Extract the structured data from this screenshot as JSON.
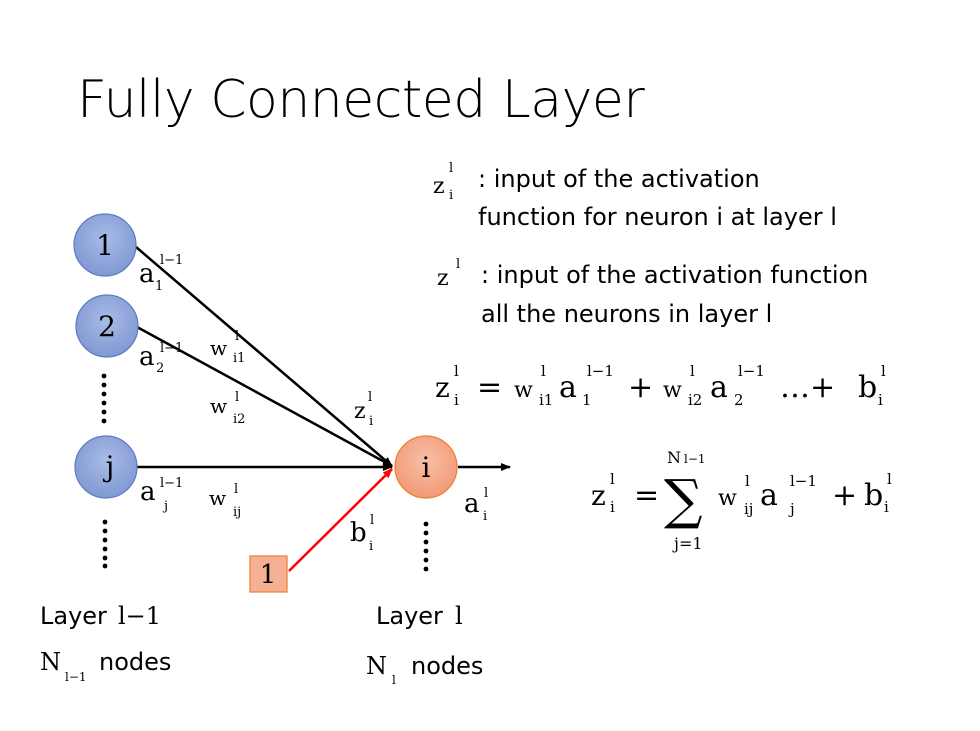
{
  "title": "Fully Connected Layer",
  "colors": {
    "input_node_fill": "#8EA6D9",
    "input_node_stroke": "#5B7BC4",
    "output_node_fill": "#F4A989",
    "output_node_stroke": "#ED7D31",
    "bias_fill": "#F4A989",
    "bias_stroke": "#ED7D31",
    "bias_edge": "#FF0000",
    "edge": "#000000"
  },
  "input_layer": {
    "nodes": [
      {
        "label": "1",
        "activation": "a",
        "act_sub": "1",
        "act_sup": "l−1"
      },
      {
        "label": "2",
        "activation": "a",
        "act_sub": "2",
        "act_sup": "l−1"
      },
      {
        "label": "j",
        "activation": "a",
        "act_sub": "j",
        "act_sup": "l−1"
      }
    ],
    "caption_prefix": "Layer",
    "caption_math": "l−1",
    "count_symbol": "N",
    "count_sub": "l−1",
    "count_suffix": "nodes"
  },
  "output_layer": {
    "node_label": "i",
    "activation": "a",
    "act_sub": "i",
    "act_sup": "l",
    "caption_prefix": "Layer",
    "caption_math": "l",
    "count_symbol": "N",
    "count_sub": "l",
    "count_suffix": "nodes"
  },
  "weights": [
    {
      "symbol": "w",
      "sub": "i1",
      "sup": "l"
    },
    {
      "symbol": "w",
      "sub": "i2",
      "sup": "l"
    },
    {
      "symbol": "w",
      "sub": "ij",
      "sup": "l"
    }
  ],
  "z_label": {
    "symbol": "z",
    "sub": "i",
    "sup": "l"
  },
  "bias": {
    "node_label": "1",
    "symbol": "b",
    "sub": "i",
    "sup": "l"
  },
  "definitions": [
    {
      "symbol": "z",
      "sub": "i",
      "sup": "l",
      "line1": ": input of the activation",
      "line2": "function for neuron i at layer l"
    },
    {
      "symbol": "z",
      "sub": "",
      "sup": "l",
      "line1": ": input of the activation function",
      "line2": "all the neurons in layer l"
    }
  ],
  "equations": {
    "expanded": {
      "lhs": {
        "symbol": "z",
        "sub": "i",
        "sup": "l"
      },
      "eq": "=",
      "t1_w": {
        "symbol": "w",
        "sub": "i1",
        "sup": "l"
      },
      "t1_a": {
        "symbol": "a",
        "sub": "1",
        "sup": "l−1"
      },
      "plus": "+",
      "t2_w": {
        "symbol": "w",
        "sub": "i2",
        "sup": "l"
      },
      "t2_a": {
        "symbol": "a",
        "sub": "2",
        "sup": "l−1"
      },
      "dots": "…+",
      "bias": {
        "symbol": "b",
        "sub": "i",
        "sup": "l"
      }
    },
    "summation": {
      "lhs": {
        "symbol": "z",
        "sub": "i",
        "sup": "l"
      },
      "eq": "=",
      "sigma": "∑",
      "upper": "N",
      "upper_sub": "l−1",
      "lower": "j=1",
      "w": {
        "symbol": "w",
        "sub": "ij",
        "sup": "l"
      },
      "a": {
        "symbol": "a",
        "sub": "j",
        "sup": "l−1"
      },
      "plus": "+",
      "bias": {
        "symbol": "b",
        "sub": "i",
        "sup": "l"
      }
    }
  }
}
